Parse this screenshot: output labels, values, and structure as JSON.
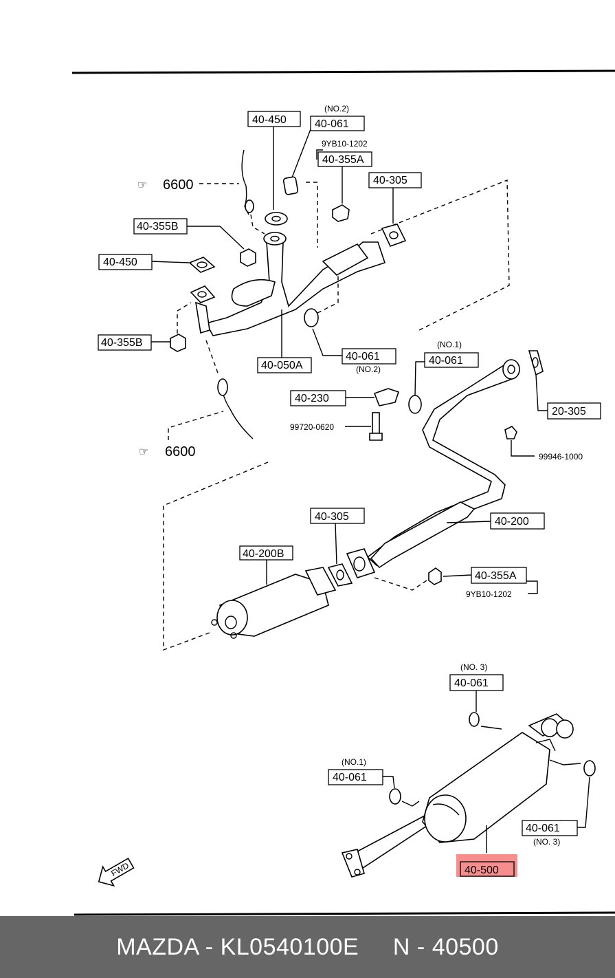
{
  "labels": {
    "p40450_top": "40-450",
    "p40061_top": "40-061",
    "no2_top": "(NO.2)",
    "p9yb_top": "9YB10-1202",
    "p40355a_top": "40-355A",
    "p40305_top": "40-305",
    "p6600_top": "6600",
    "p40355b_top": "40-355B",
    "p40450_left": "40-450",
    "p40355b_left": "40-355B",
    "p40050a": "40-050A",
    "p40061_mid": "40-061",
    "no2_mid": "(NO.2)",
    "no1_mid": "(NO.1)",
    "p40061_mid2": "40-061",
    "p40230": "40-230",
    "p99720": "99720-0620",
    "p6600_bot": "6600",
    "p20305": "20-305",
    "p99946": "99946-1000",
    "p40305_mid": "40-305",
    "p40200": "40-200",
    "p40200b": "40-200B",
    "p40355a_mid": "40-355A",
    "p9yb_mid": "9YB10-1202",
    "no3_top": "(NO. 3)",
    "p40061_no3": "40-061",
    "no1_low": "(NO.1)",
    "p40061_low": "40-061",
    "p40061_right": "40-061",
    "no3_right": "(NO. 3)",
    "p40500": "40-500",
    "fwd": "FWD"
  },
  "highlight_part": "40-500",
  "highlight_color": "#f47a7a",
  "footer": {
    "text": "MAZDA - KL0540100E     N - 40500",
    "background": "#666666"
  }
}
